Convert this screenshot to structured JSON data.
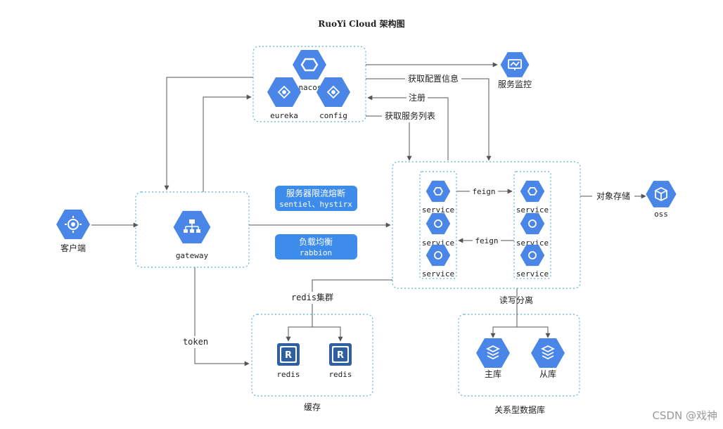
{
  "title": "RuoYi Cloud 架构图",
  "watermark": "CSDN @戏神",
  "colors": {
    "accent": "#3f7ff0",
    "hex_icon": "#4a86e8",
    "box_border": "#5ab0d8",
    "line": "#555555",
    "badge": "#3d8bea"
  },
  "client": {
    "label": "客户端",
    "icon": "target-icon"
  },
  "gateway": {
    "label": "gateway",
    "icon": "sitemap-icon"
  },
  "registry": {
    "nacos": "nacos",
    "eureka": "eureka",
    "config": "config"
  },
  "monitor": {
    "label": "服务监控",
    "icon": "monitor-icon"
  },
  "edges": {
    "get_config": "获取配置信息",
    "register": "注册",
    "get_services": "获取服务列表",
    "feign_1": "feign",
    "feign_2": "feign",
    "object_storage": "对象存储",
    "redis_cluster": "redis集群",
    "token": "token",
    "rw_split": "读写分离"
  },
  "badges": {
    "rate_limit_title": "服务器限流熔断",
    "rate_limit_sub": "sentiel、hystirx",
    "load_balance_title": "负载均衡",
    "load_balance_sub": "rabbion"
  },
  "services": {
    "left": [
      "service",
      "service",
      "service"
    ],
    "right": [
      "service",
      "service",
      "service"
    ]
  },
  "oss": {
    "label": "oss"
  },
  "cache": {
    "title": "缓存",
    "nodes": [
      "redis",
      "redis"
    ]
  },
  "database": {
    "title": "关系型数据库",
    "master": "主库",
    "slave": "从库"
  }
}
